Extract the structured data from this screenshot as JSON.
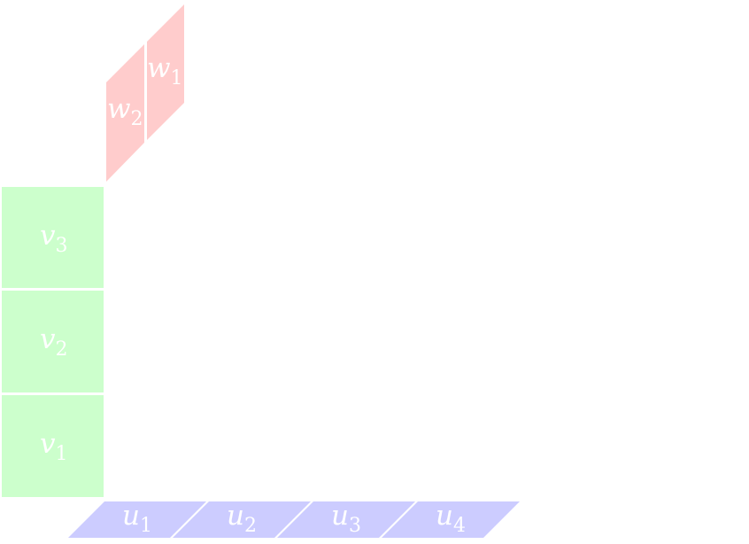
{
  "colors": {
    "u_fill": "#ccccff",
    "v_fill": "#ccffcc",
    "w_fill": "#ffcccc",
    "label": "#ffffff",
    "gap": "#ffffff"
  },
  "u": [
    {
      "base": "u",
      "sub": "1"
    },
    {
      "base": "u",
      "sub": "2"
    },
    {
      "base": "u",
      "sub": "3"
    },
    {
      "base": "u",
      "sub": "4"
    }
  ],
  "v": [
    {
      "base": "v",
      "sub": "3"
    },
    {
      "base": "v",
      "sub": "2"
    },
    {
      "base": "v",
      "sub": "1"
    }
  ],
  "w": [
    {
      "base": "w",
      "sub": "2"
    },
    {
      "base": "w",
      "sub": "1"
    }
  ]
}
